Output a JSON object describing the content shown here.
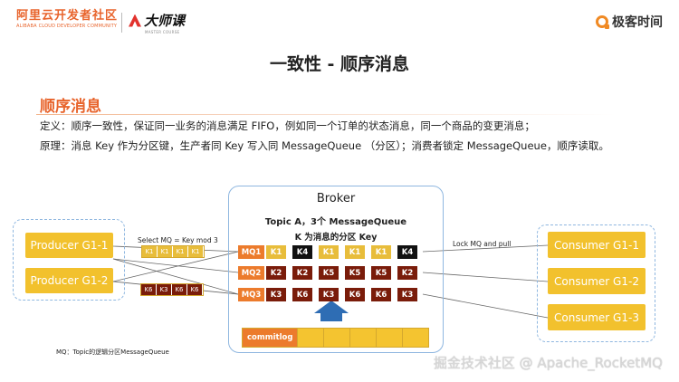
{
  "header": {
    "alibaba_cn": "阿里云开发者社区",
    "alibaba_en": "ALIBABA CLOUD DEVELOPER COMMUNITY",
    "dakeke": "大师课",
    "dakeke_sub": "MASTER COURSE",
    "jike": "极客时间"
  },
  "title": "一致性 - 顺序消息",
  "section": {
    "heading": "顺序消息",
    "definition": "定义：顺序一致性，保证同一业务的消息满足 FIFO，例如同一个订单的状态消息，同一个商品的变更消息；",
    "principle": "原理：消息 Key 作为分区键，生产者同 Key 写入同 MessageQueue （分区）；消费者锁定 MessageQueue，顺序读取。"
  },
  "diagram": {
    "producers": [
      "Producer G1-1",
      "Producer G1-2"
    ],
    "consumers": [
      "Consumer G1-1",
      "Consumer G1-2",
      "Consumer G1-3"
    ],
    "broker": {
      "title": "Broker",
      "topic": "Topic A，3个 MessageQueue",
      "key_note": "K 为消息的分区 Key"
    },
    "select_label": "Select MQ = Key mod 3",
    "lock_label": "Lock MQ and pull",
    "produce_batch_1": [
      {
        "k": "K1",
        "c": "y"
      },
      {
        "k": "K1",
        "c": "y"
      },
      {
        "k": "K1",
        "c": "y"
      },
      {
        "k": "K1",
        "c": "y"
      }
    ],
    "produce_batch_2": [
      {
        "k": "K6",
        "c": "m"
      },
      {
        "k": "K3",
        "c": "m"
      },
      {
        "k": "K6",
        "c": "m"
      },
      {
        "k": "K6",
        "c": "m"
      }
    ],
    "queues": [
      {
        "name": "MQ1",
        "cells": [
          {
            "k": "K1",
            "c": "y"
          },
          {
            "k": "K4",
            "c": "b"
          },
          {
            "k": "K1",
            "c": "y"
          },
          {
            "k": "K1",
            "c": "y"
          },
          {
            "k": "K1",
            "c": "y"
          },
          {
            "k": "K4",
            "c": "b"
          }
        ]
      },
      {
        "name": "MQ2",
        "cells": [
          {
            "k": "K2",
            "c": "m"
          },
          {
            "k": "K2",
            "c": "m"
          },
          {
            "k": "K5",
            "c": "m"
          },
          {
            "k": "K5",
            "c": "m"
          },
          {
            "k": "K5",
            "c": "m"
          },
          {
            "k": "K2",
            "c": "m"
          }
        ]
      },
      {
        "name": "MQ3",
        "cells": [
          {
            "k": "K3",
            "c": "m"
          },
          {
            "k": "K6",
            "c": "m"
          },
          {
            "k": "K3",
            "c": "m"
          },
          {
            "k": "K6",
            "c": "m"
          },
          {
            "k": "K6",
            "c": "m"
          },
          {
            "k": "K3",
            "c": "m"
          }
        ]
      }
    ],
    "commitlog": "commitlog",
    "footnote": "MQ：Topic的逻辑分区MessageQueue"
  },
  "watermark": "掘金技术社区 @ Apache_RocketMQ",
  "colors": {
    "accent_orange": "#e8642c",
    "box_yellow": "#f2c12d",
    "frame_blue": "#8fb7e0",
    "arrow_blue": "#2e6db4"
  }
}
